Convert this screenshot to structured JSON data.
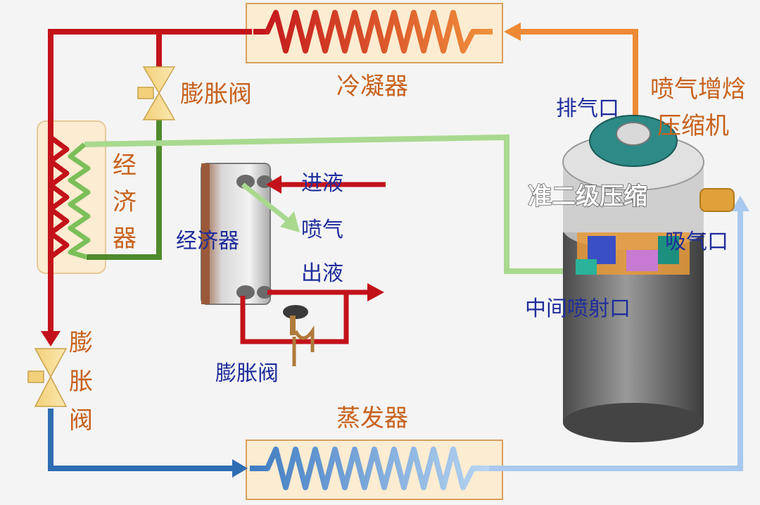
{
  "labels": {
    "condenser": "冷凝器",
    "evaporator": "蒸发器",
    "expansion_valve_top": "膨胀阀",
    "expansion_valve_left_1": "膨",
    "expansion_valve_left_2": "胀",
    "expansion_valve_left_3": "阀",
    "economizer_1": "经",
    "economizer_2": "济",
    "economizer_3": "器",
    "plate_exchanger": "经济器",
    "liquid_in": "进液",
    "vapor_injection": "喷气",
    "liquid_out": "出液",
    "expansion_valve_small": "膨胀阀",
    "discharge_port": "排气口",
    "compressor_title_1": "喷气增焓",
    "compressor_title_2": "压缩机",
    "quasi_two_stage": "准二级压缩",
    "suction_port": "吸气口",
    "intermediate_injection": "中间喷射口"
  },
  "colors": {
    "hot_red": "#c3121a",
    "hot_orange": "#ee8a35",
    "cold_blue": "#2f6db3",
    "light_blue": "#a9c8ee",
    "green_light": "#a9d98f",
    "green_dark": "#4f8a2b",
    "box_fill": "#fbecd2",
    "box_stroke": "#d9a05c"
  }
}
